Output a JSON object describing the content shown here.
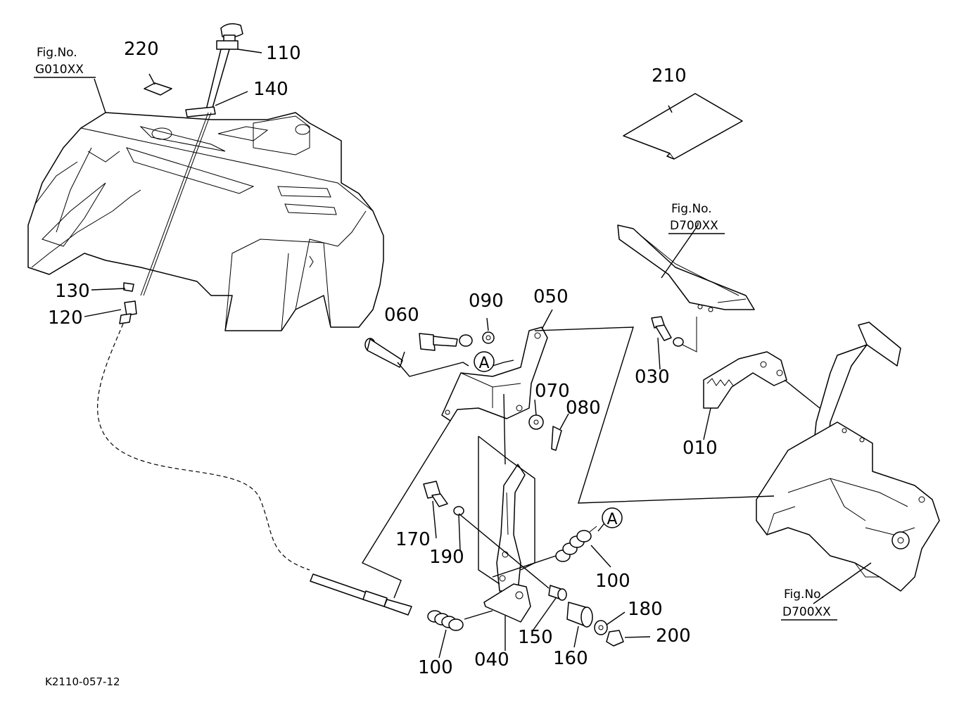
{
  "figure_refs": {
    "top_left": {
      "label": "Fig.No.",
      "code": "G010XX"
    },
    "mid_right": {
      "label": "Fig.No.",
      "code": "D700XX"
    },
    "bottom_right": {
      "label": "Fig.No.",
      "code": "D700XX"
    }
  },
  "callout_letter": "A",
  "part_numbers": {
    "p010": "010",
    "p030": "030",
    "p040": "040",
    "p050": "050",
    "p060": "060",
    "p070": "070",
    "p080": "080",
    "p090": "090",
    "p100a": "100",
    "p100b": "100",
    "p110": "110",
    "p120": "120",
    "p130": "130",
    "p140": "140",
    "p150": "150",
    "p160": "160",
    "p170": "170",
    "p180": "180",
    "p190": "190",
    "p200": "200",
    "p210": "210",
    "p220": "220"
  },
  "diagram_code": "K2110-057-12"
}
